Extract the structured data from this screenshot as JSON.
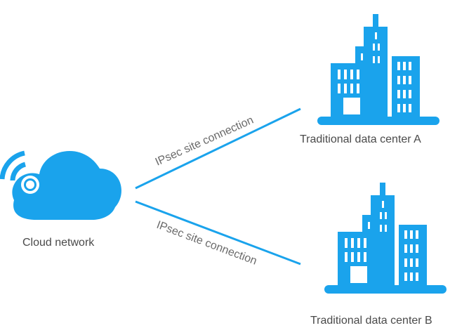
{
  "nodes": {
    "cloud": {
      "label": "Cloud network",
      "icon": "cloud-wifi-icon"
    },
    "dc_a": {
      "label": "Traditional data center A",
      "icon": "building-icon"
    },
    "dc_b": {
      "label": "Traditional data center B",
      "icon": "building-icon"
    }
  },
  "links": {
    "to_a": {
      "label": "IPsec site connection"
    },
    "to_b": {
      "label": "IPsec site connection"
    }
  },
  "colors": {
    "accent": "#1aa3ec",
    "text": "#4a4a4a"
  }
}
